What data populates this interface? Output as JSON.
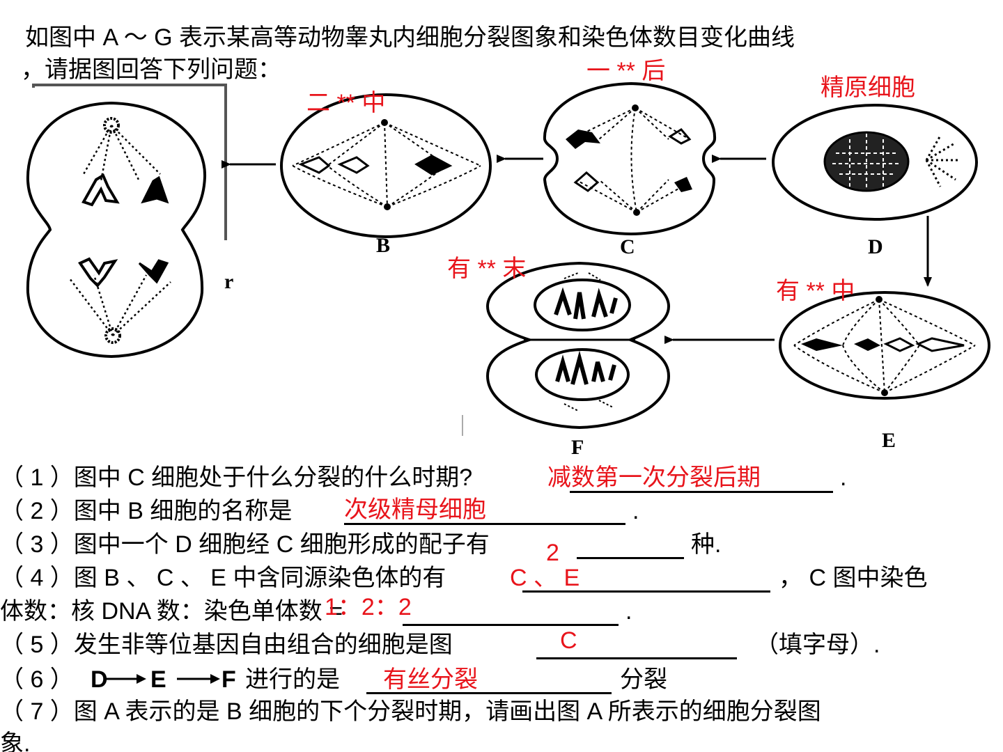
{
  "intro": {
    "line1": "如图中 A ～ G 表示某高等动物睾丸内细胞分裂图象和染色体数目变化曲线",
    "line2": "，请据图回答下列问题："
  },
  "figure": {
    "cell_labels": {
      "B": "B",
      "C": "C",
      "D": "D",
      "E": "E",
      "F": "F",
      "A": "r"
    },
    "annotations": {
      "c_phase": "一 ** 后",
      "b_phase": "二 ** 中",
      "d_name": "精原细胞",
      "f_phase": "有 ** 末",
      "e_phase": "有 ** 中"
    }
  },
  "questions": {
    "q1": {
      "text": "（ 1 ）图中 C 细胞处于什么分裂的什么时期?",
      "answer": "减数第一次分裂后期",
      "end": "."
    },
    "q2": {
      "text": "（ 2 ）图中 B 细胞的名称是",
      "answer": "次级精母细胞",
      "end": "."
    },
    "q3": {
      "text": "（ 3 ）图中一个 D 细胞经 C 细胞形成的配子有",
      "answer": "2",
      "end": "种."
    },
    "q4": {
      "text": "（ 4 ）图 B 、 C 、 E 中含同源染色体的有",
      "answer": "C 、 E",
      "mid": "， C 图中染色",
      "line2": "体数：核 DNA 数：染色单体数 =",
      "answer2": "1：2：2",
      "end": "."
    },
    "q5": {
      "text": "（ 5 ）发生非等位基因自由组合的细胞是图",
      "answer": "C",
      "end": "（填字母）."
    },
    "q6": {
      "prefix": "（ 6 ）",
      "d": "D",
      "e": "E",
      "f": "F",
      "text": "进行的是",
      "answer": "有丝分裂",
      "end": "分裂"
    },
    "q7": {
      "text": "（ 7 ）图 A 表示的是 B 细胞的下个分裂时期，请画出图 A 所表示的细胞分裂图",
      "line2": "象."
    }
  }
}
